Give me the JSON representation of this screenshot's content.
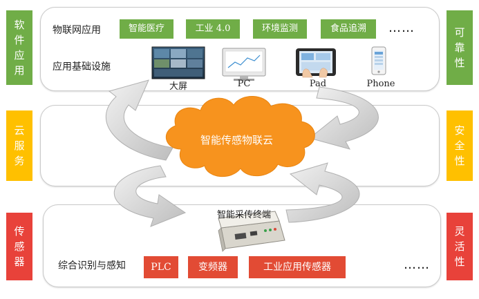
{
  "left_labels": {
    "app": [
      "软",
      "件",
      "应",
      "用"
    ],
    "cloud": [
      "云",
      "服",
      "务"
    ],
    "sensor": [
      "传",
      "感",
      "器"
    ]
  },
  "right_labels": {
    "reliability": [
      "可",
      "靠",
      "性"
    ],
    "security": [
      "安",
      "全",
      "性"
    ],
    "flexibility": [
      "灵",
      "活",
      "性"
    ]
  },
  "top": {
    "iot_label": "物联网应用",
    "apps": [
      "智能医疗",
      "工业 4.0",
      "环境监测",
      "食品追溯"
    ],
    "ellipsis": "……",
    "infra_label": "应用基础设施",
    "devices": [
      "大屏",
      "PC",
      "Pad",
      "Phone"
    ]
  },
  "cloud": {
    "label": "智能传感物联云"
  },
  "bottom": {
    "terminal_label": "智能采传终端",
    "sense_label": "综合识别与感知",
    "items": [
      "PLC",
      "变频器",
      "工业应用传感器"
    ],
    "ellipsis": "……"
  },
  "colors": {
    "green": "#70ad47",
    "orange": "#ffc000",
    "red": "#e8423a",
    "cloud": "#f7931e"
  }
}
